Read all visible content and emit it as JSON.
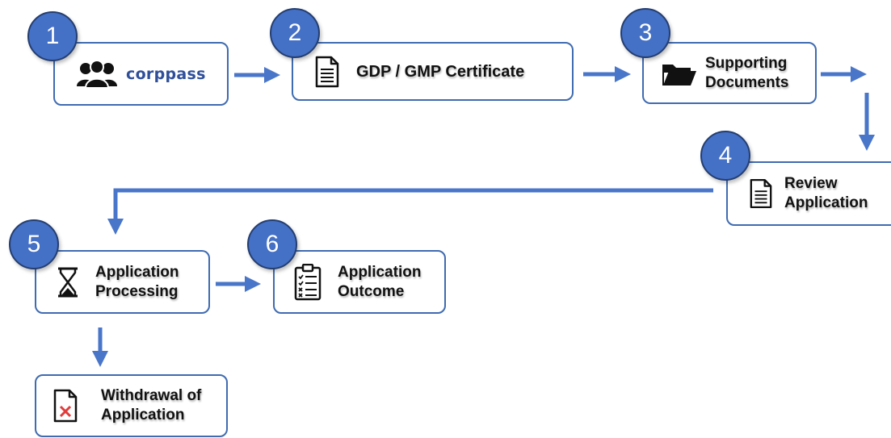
{
  "steps": [
    {
      "number": "1",
      "label": "corppass",
      "icon": "corppass-users-icon"
    },
    {
      "number": "2",
      "label": "GDP / GMP Certificate",
      "icon": "document-icon"
    },
    {
      "number": "3",
      "label_line1": "Supporting",
      "label_line2": "Documents",
      "icon": "folder-icon"
    },
    {
      "number": "4",
      "label_line1": "Review",
      "label_line2": "Application",
      "icon": "document-icon"
    },
    {
      "number": "5",
      "label_line1": "Application",
      "label_line2": "Processing",
      "icon": "hourglass-icon"
    },
    {
      "number": "6",
      "label_line1": "Application",
      "label_line2": "Outcome",
      "icon": "checklist-icon"
    }
  ],
  "withdrawal": {
    "label_line1": "Withdrawal of",
    "label_line2": "Application",
    "icon": "document-x-icon"
  },
  "colors": {
    "accent": "#4470c5",
    "border": "#3f6bb0",
    "arrow": "#4a76c9",
    "badge_border": "#243e70",
    "error": "#e23b3b",
    "corppass_text": "#2f4f9a"
  }
}
